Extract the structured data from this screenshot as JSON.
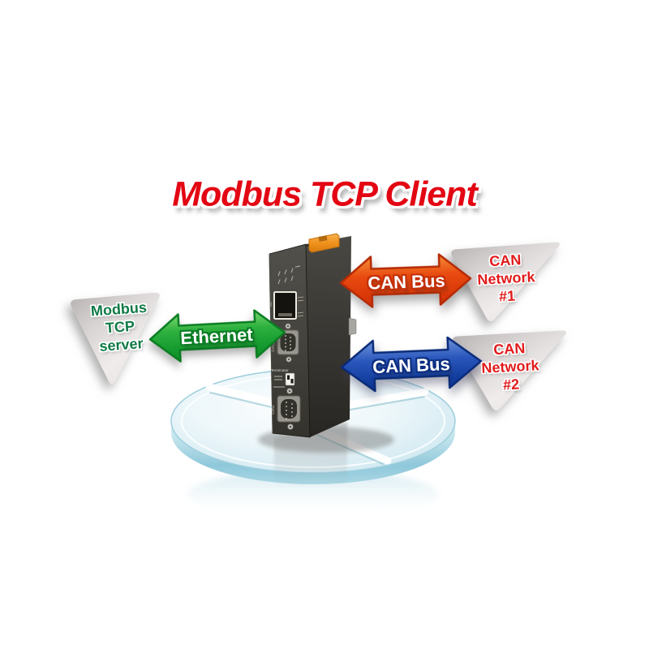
{
  "title": {
    "text": "Modbus TCP Client",
    "color": "#e30613"
  },
  "nodes": {
    "modbus_server": {
      "label": "Modbus\nTCP\nserver",
      "text_color": "#0f7a45",
      "fill": "#dcd8d7"
    },
    "can_network_1": {
      "label": "CAN\nNetwork\n#1",
      "text_color": "#e21b1b",
      "fill": "#dcd8d7"
    },
    "can_network_2": {
      "label": "CAN\nNetwork\n#2",
      "text_color": "#e21b1b",
      "fill": "#dcd8d7"
    }
  },
  "links": {
    "ethernet": {
      "label": "Ethernet",
      "color": "#1aa333"
    },
    "can_bus_1": {
      "label": "CAN Bus",
      "color": "#e8420e"
    },
    "can_bus_2": {
      "label": "CAN Bus",
      "color": "#1747ab"
    }
  },
  "device": {
    "panel": {
      "terminator_label": "Terminator",
      "port1_label": "CAN1",
      "port2_label": "CAN2"
    },
    "connector_color": "#f0921c"
  },
  "platform": {
    "color": "#9fd0e0"
  }
}
